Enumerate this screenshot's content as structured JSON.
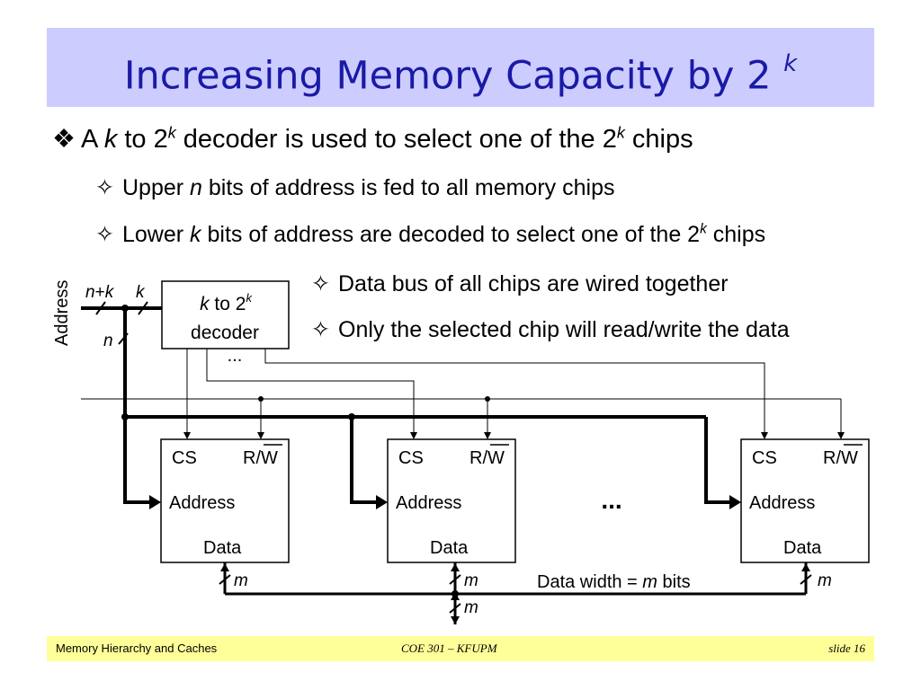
{
  "slide": {
    "title_text": "Increasing Memory Capacity by 2",
    "title_sup": "k"
  },
  "bullets": {
    "b1": {
      "mark": "❖",
      "p1": "A ",
      "k": "k",
      "p2": " to 2",
      "sup1": "k",
      "p3": " decoder is used to select one of the 2",
      "sup2": "k",
      "p4": " chips"
    },
    "b2": {
      "mark": "✧",
      "p1": "Upper ",
      "n": "n",
      "p2": " bits of address is fed to all memory chips"
    },
    "b3": {
      "mark": "✧",
      "p1": "Lower ",
      "k": "k",
      "p2": " bits of address are decoded to select one of the 2",
      "sup": "k",
      "p3": " chips"
    },
    "b4": {
      "mark": "✧",
      "text": "Data bus of all chips are wired together"
    },
    "b5": {
      "mark": "✧",
      "text": "Only the selected chip will read/write the data"
    }
  },
  "diagram": {
    "address_label": "Address",
    "nk_n": "n",
    "nk_plus": "+",
    "nk_k": "k",
    "k_label": "k",
    "n_label": "n",
    "decoder_k": "k",
    "decoder_to": " to 2",
    "decoder_sup": "k",
    "decoder_word": "decoder",
    "decoder_dots": "...",
    "chip_dots": "...",
    "chip_cs": "CS",
    "chip_rw_r": "R/",
    "chip_rw_w": "W",
    "chip_address": "Address",
    "chip_data": "Data",
    "m_label": "m",
    "data_width_prefix": "Data width = ",
    "data_width_m": "m",
    "data_width_suffix": " bits"
  },
  "footer": {
    "left": "Memory Hierarchy and Caches",
    "center": "COE 301 – KFUPM",
    "right": "slide 16"
  },
  "colors": {
    "title_band": "#ccccff",
    "title_text": "#1a1aa6",
    "footer_band": "#ffff99"
  }
}
